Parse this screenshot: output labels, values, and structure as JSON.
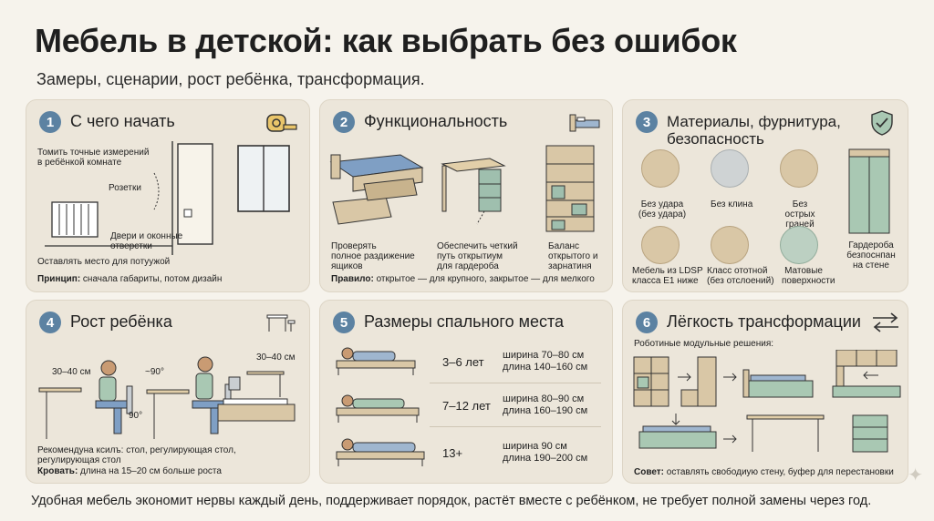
{
  "header": {
    "title": "Мебель в детской: как выбрать без ошибок",
    "subtitle": "Замеры, сценарии, рост ребёнка, трансформация."
  },
  "panels": {
    "p1": {
      "num": "1",
      "title": "С чего начать",
      "icon": "tape-measure-icon",
      "labels": {
        "measure": "Томить точные измерений\nв ребёнкой комнате",
        "sockets": "Розетки",
        "doors": "Двери и оконные\nотверстки",
        "space": "Оставлять место для потуужой"
      },
      "note_bold": "Принцип:",
      "note_text": " сначала габариты, потом дизайн"
    },
    "p2": {
      "num": "2",
      "title": "Функциональность",
      "icon": "bed-icon",
      "labels": {
        "drawers": "Проверять\nполное раздижение\nящиков",
        "access": "Обеспечить четкий\nпуть открытиум\nдля гардероба",
        "balance": "Баланс\nоткрытого и\nзарнатиня"
      },
      "note_bold": "Правило:",
      "note_text": " открытое — для крупного, закрытое — для мелкого"
    },
    "p3": {
      "num": "3",
      "title": "Материалы, фурнитура,\nбезопасность",
      "icon": "shield-check-icon",
      "items": [
        "Без удара\n(без удара)",
        "Без клина",
        "Без острых\nграней",
        "Мебель из LDSP\nкласса Е1 ниже",
        "Класс ототной\n(без отслоений)",
        "Матовые\nповерхности",
        "Гардероба\nбезпоснпан\nна стене"
      ]
    },
    "p4": {
      "num": "4",
      "title": "Рост ребёнка",
      "icon": "desk-chair-icon",
      "labels": {
        "d1": "30–40 см",
        "angle": "~90°",
        "angle2": "90°",
        "d2": "30–40 см"
      },
      "note1": "Рекомендуна ксилъ: стол, регулирующая стол,\nрегулирующая стол",
      "note_bold": "Кровать:",
      "note_text": " длина на 15–20 см больше роста"
    },
    "p5": {
      "num": "5",
      "title": "Размеры спального места",
      "rows": [
        {
          "age": "3–6 лет",
          "dims": "ширина 70–80 см\nдлина 140–160 см"
        },
        {
          "age": "7–12 лет",
          "dims": "ширина 80–90 см\nдлина 160–190 см"
        },
        {
          "age": "13+",
          "dims": "ширина 90 см\nдлина 190–200 см"
        }
      ]
    },
    "p6": {
      "num": "6",
      "title": "Лёгкость трансформации",
      "icon": "swap-arrows-icon",
      "intro": "Роботиные модульные решения:",
      "note_bold": "Совет:",
      "note_text": " оставлять свободиую стену, буфер для перестановки"
    }
  },
  "footer": "Удобная мебель экономит нервы каждый день, поддерживает порядок, растёт вместе с ребёнком, не требует полной замены через год.",
  "colors": {
    "accent": "#5c82a2",
    "panel": "#ece6da",
    "wood": "#d9c7a6",
    "green": "#bcd0c2"
  }
}
